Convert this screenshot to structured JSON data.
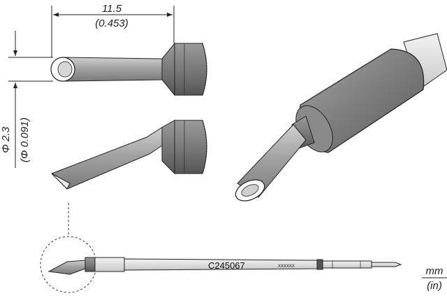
{
  "dimensions": {
    "length_mm": "11.5",
    "length_in": "(0.453)",
    "diameter_mm": "Φ 2.3",
    "diameter_in": "(Φ 0.091)"
  },
  "part": {
    "code": "C245067",
    "marking": "xxxxxx"
  },
  "units": {
    "primary": "mm",
    "secondary": "(in)"
  },
  "colors": {
    "body": "#8f8f8f",
    "body_dark": "#6e6e6e",
    "outline": "#222222"
  }
}
